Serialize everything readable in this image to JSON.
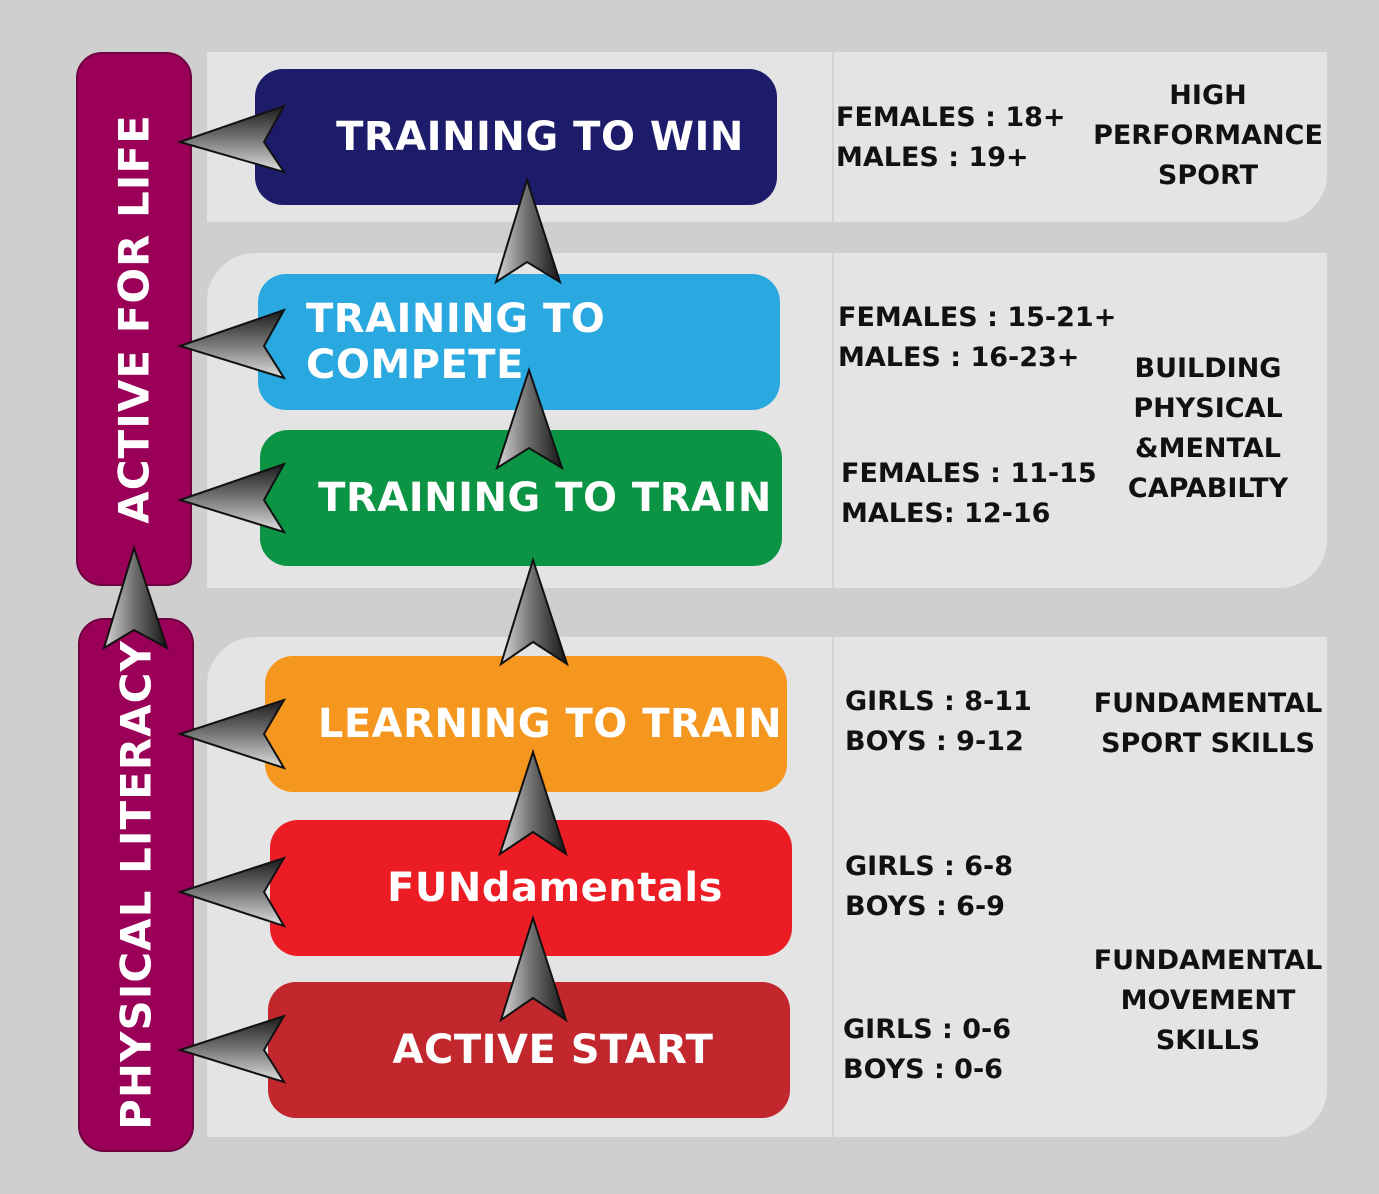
{
  "vertical_labels": {
    "active_for_life": "ACTIVE FOR LIFE",
    "physical_literacy": "PHYSICAL LITERACY"
  },
  "stages": [
    {
      "label": "TRAINING TO WIN",
      "color": "#1d1c6b"
    },
    {
      "label": "TRAINING TO COMPETE",
      "color": "#2aa8e0"
    },
    {
      "label": "TRAINING TO TRAIN",
      "color": "#0a9444"
    },
    {
      "label": "LEARNING TO TRAIN",
      "color": "#f5961e"
    },
    {
      "label": "FUNdamentals",
      "color": "#ec1c24"
    },
    {
      "label": "ACTIVE START",
      "color": "#c1272d"
    }
  ],
  "ages": [
    [
      "FEMALES : 18+",
      "MALES : 19+"
    ],
    [
      "FEMALES : 15-21+",
      "MALES : 16-23+"
    ],
    [
      "FEMALES : 11-15",
      "MALES: 12-16"
    ],
    [
      "GIRLS : 8-11",
      "BOYS : 9-12"
    ],
    [
      "GIRLS : 6-8",
      "BOYS : 6-9"
    ],
    [
      "GIRLS : 0-6",
      "BOYS : 0-6"
    ]
  ],
  "categories": {
    "high_performance": [
      "HIGH",
      "PERFORMANCE",
      "SPORT"
    ],
    "building": [
      "BUILDING",
      "PHYSICAL",
      "&MENTAL",
      "CAPABILTY"
    ],
    "fundamental_sport": [
      "FUNDAMENTAL",
      "SPORT SKILLS"
    ],
    "fundamental_movement": [
      "FUNDAMENTAL",
      "MOVEMENT",
      "SKILLS"
    ]
  },
  "colors": {
    "background": "#cfcfd0",
    "panel": "#e4e4e4",
    "side_bar": "#9b0058"
  }
}
